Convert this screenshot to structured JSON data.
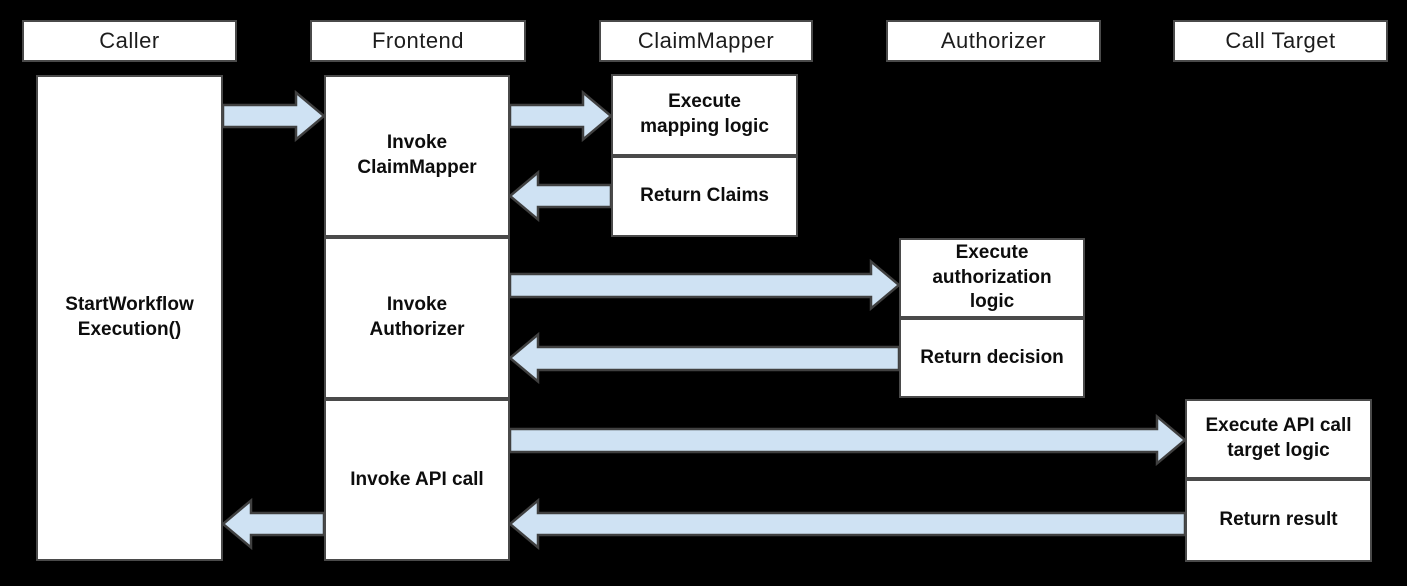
{
  "colors": {
    "background": "#000000",
    "box_fill": "#ffffff",
    "box_border": "#4a4a4a",
    "arrow_fill": "#cfe2f3",
    "arrow_outline": "#404040"
  },
  "lanes": [
    {
      "title": "Caller"
    },
    {
      "title": "Frontend"
    },
    {
      "title": "ClaimMapper"
    },
    {
      "title": "Authorizer"
    },
    {
      "title": "Call Target"
    }
  ],
  "boxes": {
    "caller_start": "StartWorkflow\nExecution()",
    "frontend_invoke_claimmapper": "Invoke\nClaimMapper",
    "frontend_invoke_authorizer": "Invoke\nAuthorizer",
    "frontend_invoke_api_call": "Invoke API call",
    "claimmapper_execute": "Execute\nmapping logic",
    "claimmapper_return": "Return Claims",
    "authorizer_execute": "Execute\nauthorization\nlogic",
    "authorizer_return": "Return decision",
    "calltarget_execute": "Execute API call\ntarget logic",
    "calltarget_return": "Return result"
  },
  "flows": [
    {
      "from": "Caller",
      "to": "Frontend",
      "direction": "right"
    },
    {
      "from": "Frontend",
      "to": "ClaimMapper",
      "direction": "right"
    },
    {
      "from": "ClaimMapper",
      "to": "Frontend",
      "direction": "left"
    },
    {
      "from": "Frontend",
      "to": "Authorizer",
      "direction": "right"
    },
    {
      "from": "Authorizer",
      "to": "Frontend",
      "direction": "left"
    },
    {
      "from": "Frontend",
      "to": "Call Target",
      "direction": "right"
    },
    {
      "from": "Call Target",
      "to": "Frontend",
      "direction": "left"
    },
    {
      "from": "Frontend",
      "to": "Caller",
      "direction": "left"
    }
  ]
}
